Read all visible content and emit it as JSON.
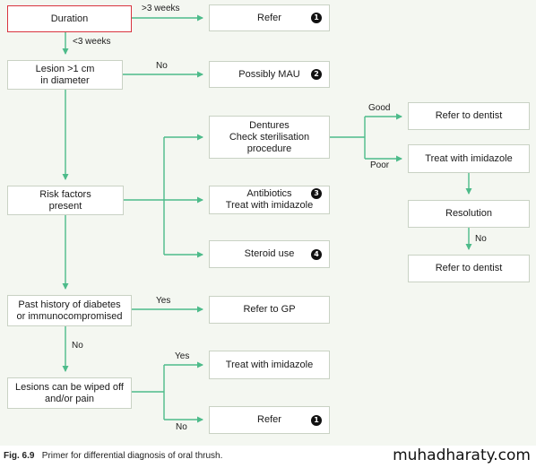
{
  "nodes": {
    "duration": "Duration",
    "refer_1": "Refer",
    "lesion": "Lesion >1 cm\nin diameter",
    "possibly_mau": "Possibly MAU",
    "dentures": "Dentures\nCheck sterilisation\nprocedure",
    "refer_dentist_1": "Refer to dentist",
    "treat_imidazole_1": "Treat with imidazole",
    "risk_factors": "Risk factors\npresent",
    "antibiotics": "Antibiotics\nTreat with imidazole",
    "resolution": "Resolution",
    "steroid_use": "Steroid use",
    "refer_dentist_2": "Refer to dentist",
    "past_history": "Past history of diabetes\nor immunocompromised",
    "refer_gp": "Refer to GP",
    "treat_imidazole_2": "Treat with imidazole",
    "lesions_wiped": "Lesions can be wiped off\nand/or pain",
    "refer_2": "Refer"
  },
  "badges": {
    "refer_1": "1",
    "possibly_mau": "2",
    "antibiotics": "3",
    "steroid_use": "4",
    "refer_2": "1"
  },
  "edge_labels": {
    "gt3weeks": ">3 weeks",
    "lt3weeks": "<3 weeks",
    "no_lesion": "No",
    "good": "Good",
    "poor": "Poor",
    "no_resolution": "No",
    "yes_history": "Yes",
    "no_history": "No",
    "yes_wiped": "Yes",
    "no_wiped": "No"
  },
  "caption": {
    "figure": "Fig. 6.9",
    "text": "Primer for differential diagnosis of oral thrush."
  },
  "watermark": "muhadharaty.com",
  "colors": {
    "connector": "#4dbb8a",
    "highlight_border": "#d9343f",
    "background": "#f4f7f1"
  }
}
